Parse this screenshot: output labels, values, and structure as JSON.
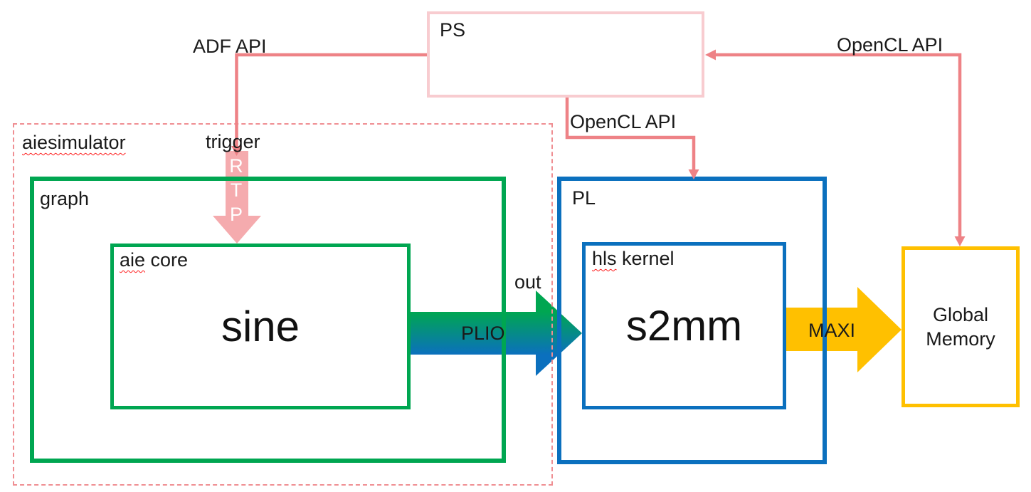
{
  "diagram": {
    "ps": {
      "label": "PS"
    },
    "aiesimulator": {
      "label": "aiesimulator"
    },
    "graph": {
      "label": "graph"
    },
    "aie_core": {
      "label_misspelled": "aie",
      "label_rest": " core",
      "kernel": "sine"
    },
    "pl": {
      "label": "PL"
    },
    "hls_kernel": {
      "label_misspelled": "hls",
      "label_rest": " kernel",
      "kernel": "s2mm"
    },
    "global_memory": {
      "label": "Global\nMemory"
    },
    "connectors": {
      "adf_api": "ADF API",
      "opencl_api_ps_to_pl": "OpenCL API",
      "opencl_api_ps_to_mem": "OpenCL API",
      "trigger": "trigger",
      "rtp": "R\nT\nP",
      "out": "out",
      "plio": "PLIO",
      "maxi": "MAXI"
    },
    "colors": {
      "salmon": "#EE8286",
      "light_pink": "#F8CCD0",
      "dashed_pink": "#EF8E92",
      "rtp_pink": "#F5ABAE",
      "green": "#00A651",
      "blue": "#0B70BE",
      "gold": "#FFC000",
      "squiggle_red": "#FF1C1C",
      "ink": "#1A1A1A"
    }
  }
}
